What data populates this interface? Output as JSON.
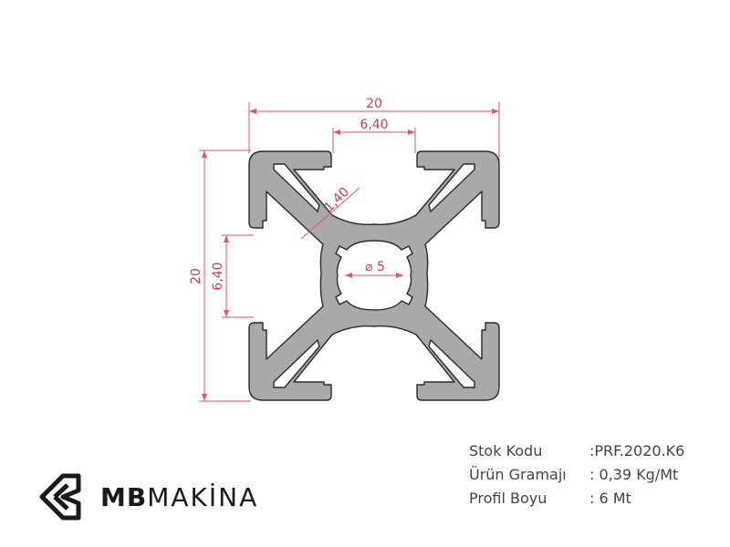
{
  "dimensions": {
    "overall_width": "20",
    "slot_width_top": "6,40",
    "overall_height": "20",
    "slot_width_left": "6,40",
    "wall_thickness": "1,40",
    "center_bore": "⌀ 5"
  },
  "specs": [
    {
      "label": "Stok Kodu",
      "value": ":PRF.2020.K6"
    },
    {
      "label": "Ürün Gramajı",
      "value": ": 0,39 Kg/Mt"
    },
    {
      "label": "Profil Boyu",
      "value": ": 6 Mt"
    }
  ],
  "brand": {
    "mb": "MB",
    "makina": "MAKİNA"
  },
  "colors": {
    "dimension": "#e0566a",
    "profile_fill": "#a9a9a9",
    "outline": "#2a2a2a"
  }
}
